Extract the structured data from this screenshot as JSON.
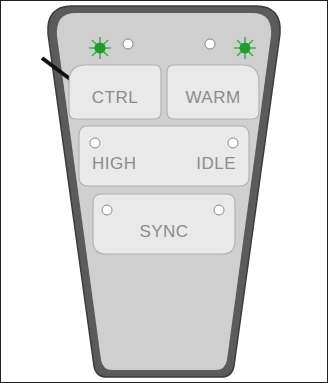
{
  "diagram": {
    "nodes": [
      {
        "text": [
          "CTRL"
        ]
      },
      {
        "text": [
          "WARM"
        ]
      },
      {
        "text": [
          "HIGH",
          "IDLE"
        ]
      },
      {
        "text": [
          "SYNC"
        ]
      }
    ]
  }
}
